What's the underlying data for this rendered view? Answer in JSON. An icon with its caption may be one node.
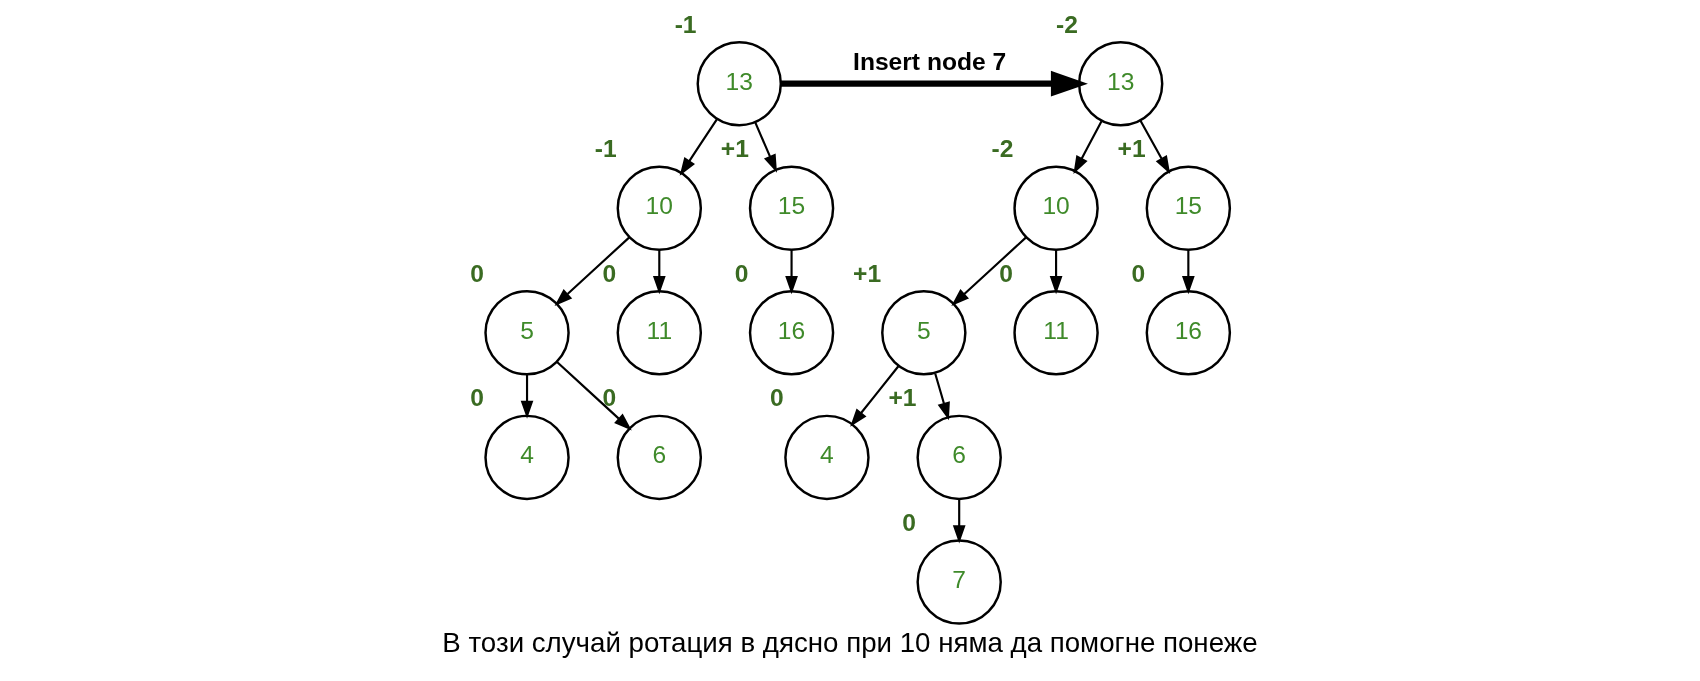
{
  "diagram": {
    "caption": "В този случай ротация в дясно при 10 няма да помогне понеже",
    "nodes": [
      {
        "text": [
          "13"
        ],
        "beside": [
          "-1"
        ]
      },
      {
        "text": [
          "10"
        ],
        "beside": [
          "-1"
        ]
      },
      {
        "text": [
          "15"
        ],
        "beside": [
          "+1"
        ]
      },
      {
        "text": [
          "5"
        ],
        "beside": [
          "0"
        ]
      },
      {
        "text": [
          "11"
        ],
        "beside": [
          "0"
        ]
      },
      {
        "text": [
          "16"
        ],
        "beside": [
          "0"
        ]
      },
      {
        "text": [
          "4"
        ],
        "beside": [
          "0"
        ]
      },
      {
        "text": [
          "6"
        ],
        "beside": [
          "0"
        ]
      },
      {
        "text": [
          "13"
        ],
        "beside": [
          "-2"
        ]
      },
      {
        "text": [
          "10"
        ],
        "beside": [
          "-2"
        ]
      },
      {
        "text": [
          "15"
        ],
        "beside": [
          "+1"
        ]
      },
      {
        "text": [
          "5"
        ],
        "beside": [
          "+1"
        ]
      },
      {
        "text": [
          "11"
        ],
        "beside": [
          "0"
        ]
      },
      {
        "text": [
          "16"
        ],
        "beside": [
          "0"
        ]
      },
      {
        "text": [
          "4"
        ],
        "beside": [
          "0"
        ]
      },
      {
        "text": [
          "6"
        ],
        "beside": [
          "+1"
        ]
      },
      {
        "text": [
          "7"
        ],
        "beside": [
          "0"
        ]
      }
    ],
    "edges": [
      {
        "from": 0,
        "to": 1,
        "arrow": "to"
      },
      {
        "from": 0,
        "to": 2,
        "arrow": "to"
      },
      {
        "from": 1,
        "to": 3,
        "arrow": "to"
      },
      {
        "from": 1,
        "to": 4,
        "arrow": "to"
      },
      {
        "from": 2,
        "to": 5,
        "arrow": "to"
      },
      {
        "from": 3,
        "to": 6,
        "arrow": "to"
      },
      {
        "from": 3,
        "to": 7,
        "arrow": "to"
      },
      {
        "from": 0,
        "to": 8,
        "arrow": "to",
        "label": "Insert node 7",
        "style": "thick"
      },
      {
        "from": 8,
        "to": 9,
        "arrow": "to"
      },
      {
        "from": 8,
        "to": 10,
        "arrow": "to"
      },
      {
        "from": 9,
        "to": 11,
        "arrow": "to"
      },
      {
        "from": 9,
        "to": 12,
        "arrow": "to"
      },
      {
        "from": 10,
        "to": 13,
        "arrow": "to"
      },
      {
        "from": 11,
        "to": 14,
        "arrow": "to"
      },
      {
        "from": 11,
        "to": 15,
        "arrow": "to"
      },
      {
        "from": 15,
        "to": 16,
        "arrow": "to"
      }
    ]
  }
}
